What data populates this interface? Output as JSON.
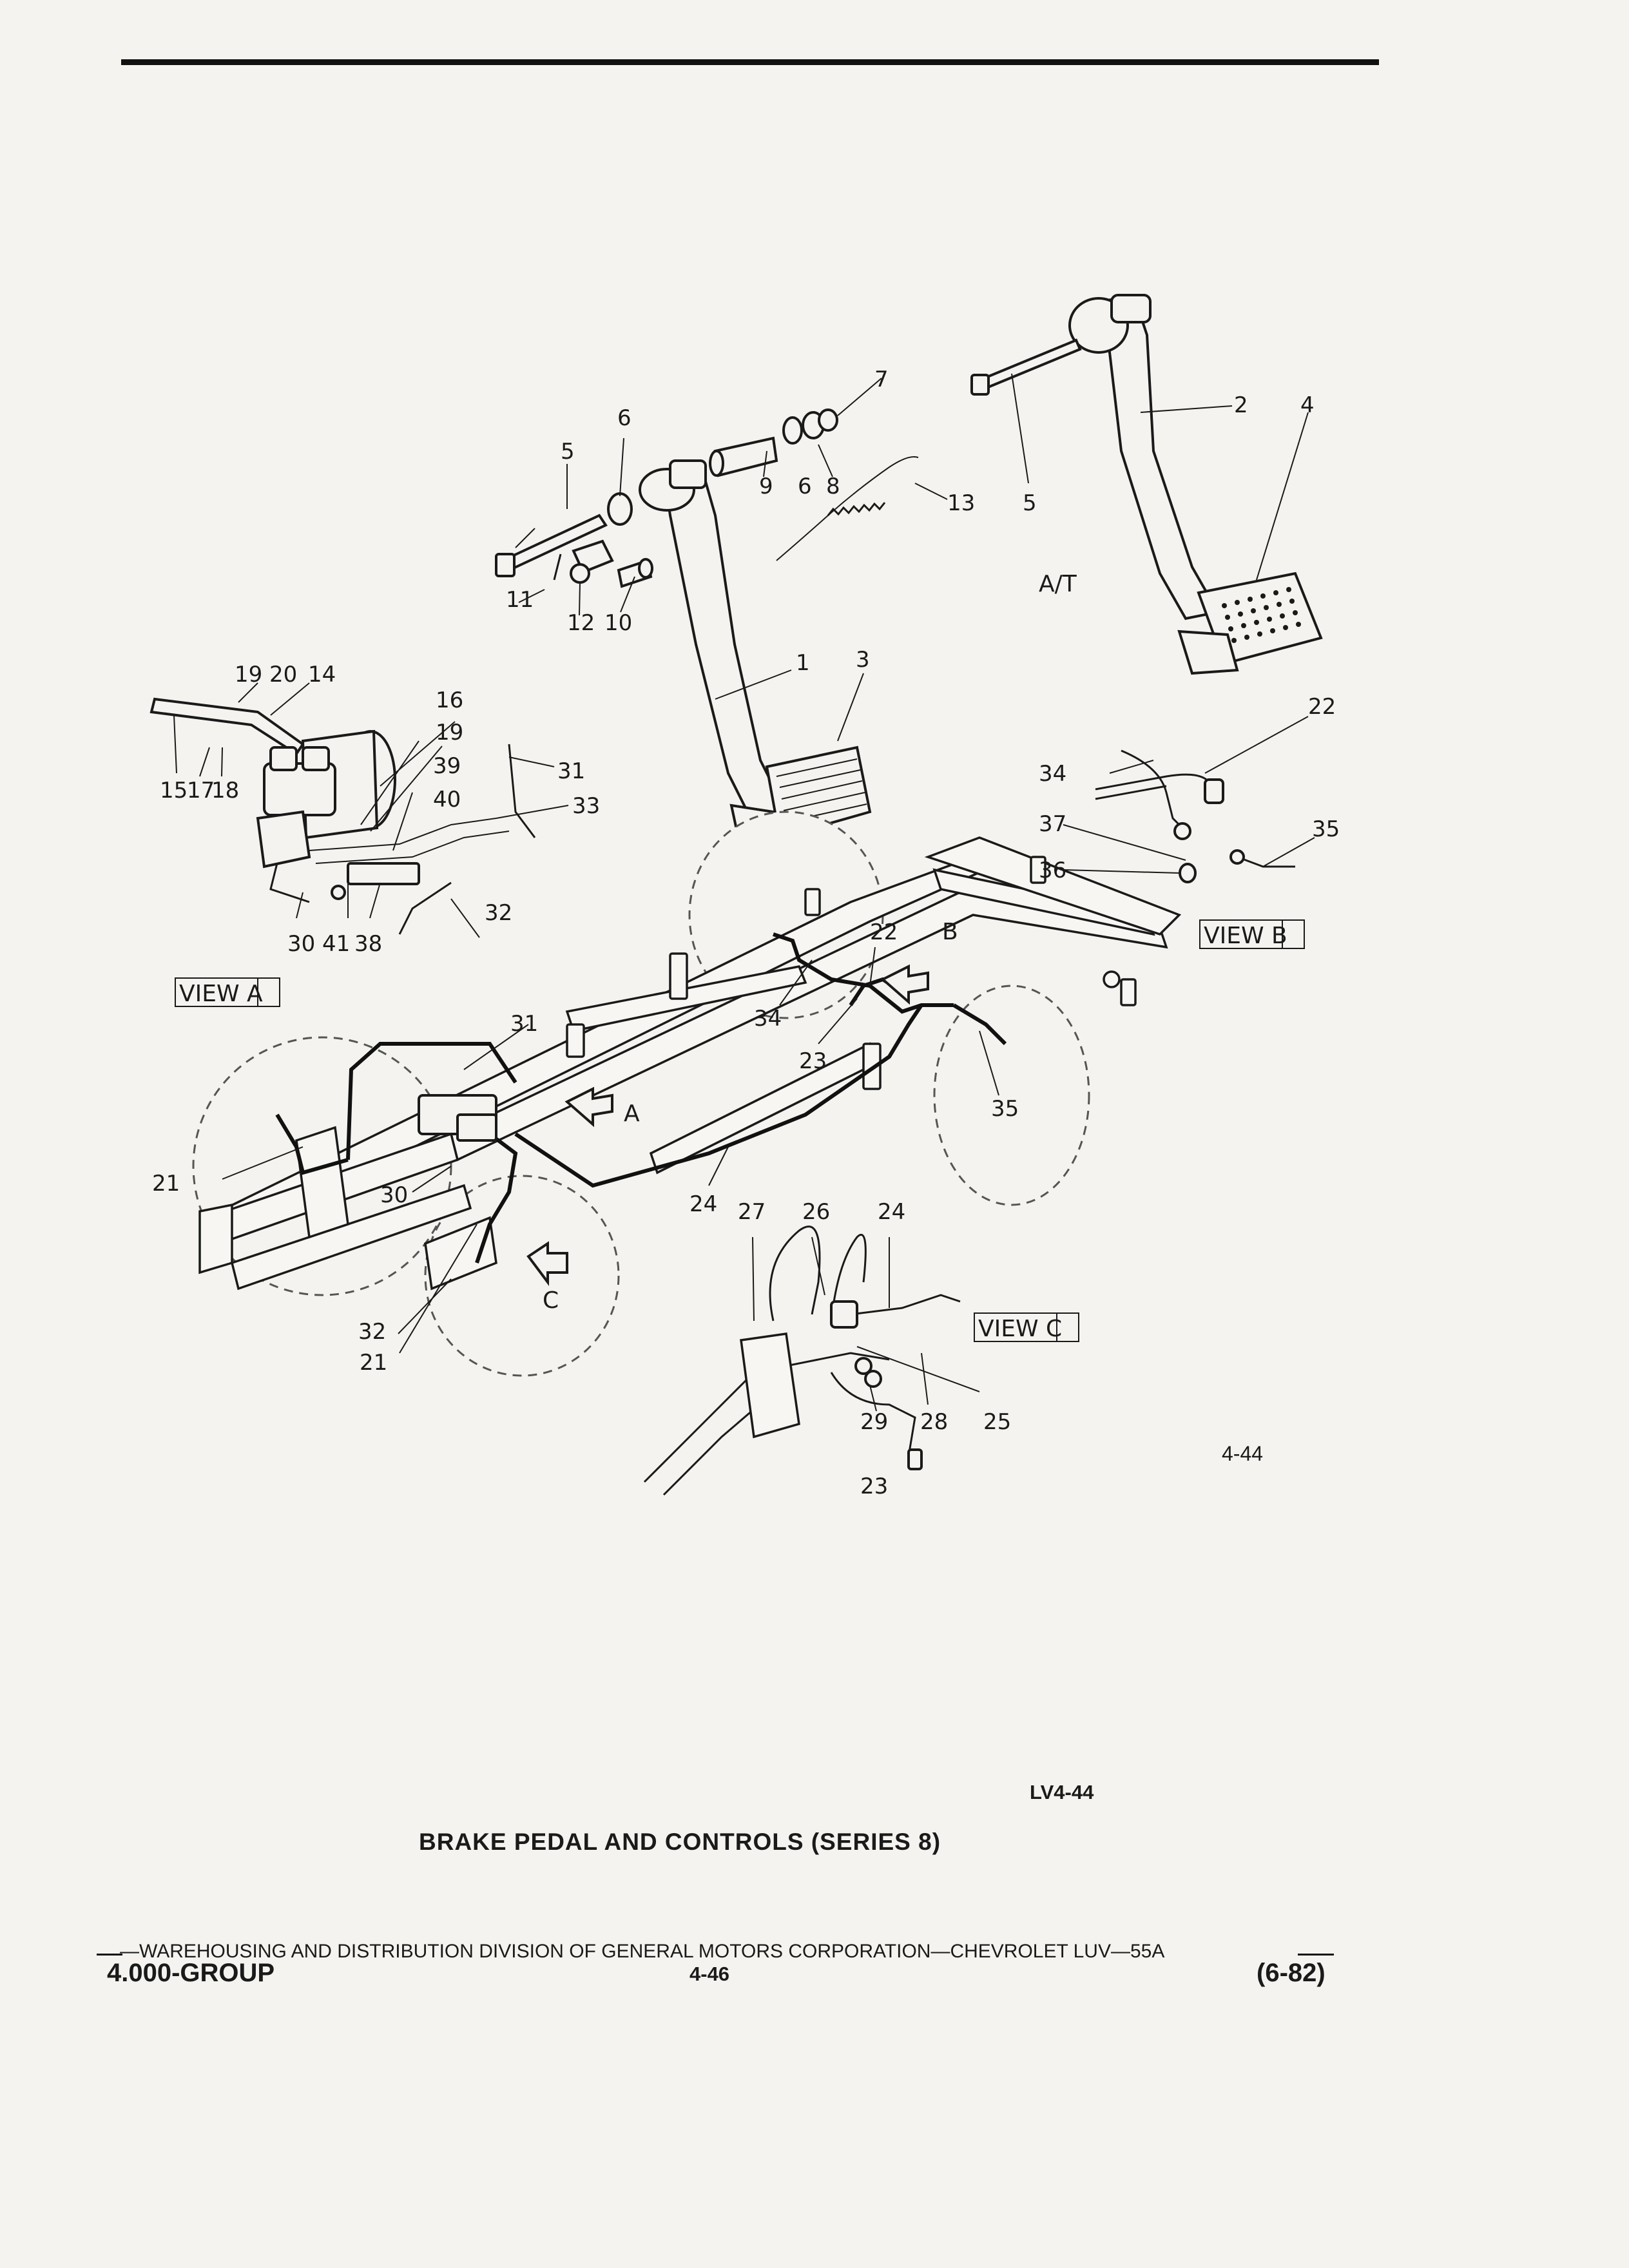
{
  "figure_number": "4-44",
  "figure_code": "LV4-44",
  "caption": "BRAKE PEDAL AND CONTROLS (SERIES 8)",
  "footer": {
    "division": "—WAREHOUSING AND DISTRIBUTION  DIVISION OF GENERAL MOTORS CORPORATION—CHEVROLET LUV—55A",
    "group": "4.000-GROUP",
    "page": "4-46",
    "date": "(6-82)"
  },
  "view_labels": {
    "view_a": "VIEW A",
    "view_b": "VIEW B",
    "view_c": "VIEW C",
    "at": "A/T",
    "arrow_a": "A",
    "arrow_b": "B",
    "arrow_c": "C"
  },
  "callouts": {
    "c1": "1",
    "c2": "2",
    "c3": "3",
    "c4": "4",
    "c5a": "5",
    "c5b": "5",
    "c6a": "6",
    "c6b": "6",
    "c7": "7",
    "c8": "8",
    "c9": "9",
    "c10": "10",
    "c11": "11",
    "c12": "12",
    "c13": "13",
    "c14": "14",
    "c15": "15",
    "c16": "16",
    "c17": "17",
    "c18": "18",
    "c19a": "19",
    "c19b": "19",
    "c20": "20",
    "c21a": "21",
    "c21b": "21",
    "c22a": "22",
    "c22b": "22",
    "c23a": "23",
    "c23b": "23",
    "c24a": "24",
    "c24b": "24",
    "c25": "25",
    "c26": "26",
    "c27": "27",
    "c28": "28",
    "c29": "29",
    "c30a": "30",
    "c30b": "30",
    "c31a": "31",
    "c31b": "31",
    "c32a": "32",
    "c32b": "32",
    "c33": "33",
    "c34a": "34",
    "c34b": "34",
    "c35a": "35",
    "c35b": "35",
    "c36": "36",
    "c37": "37",
    "c38": "38",
    "c39": "39",
    "c40": "40",
    "c41": "41"
  }
}
